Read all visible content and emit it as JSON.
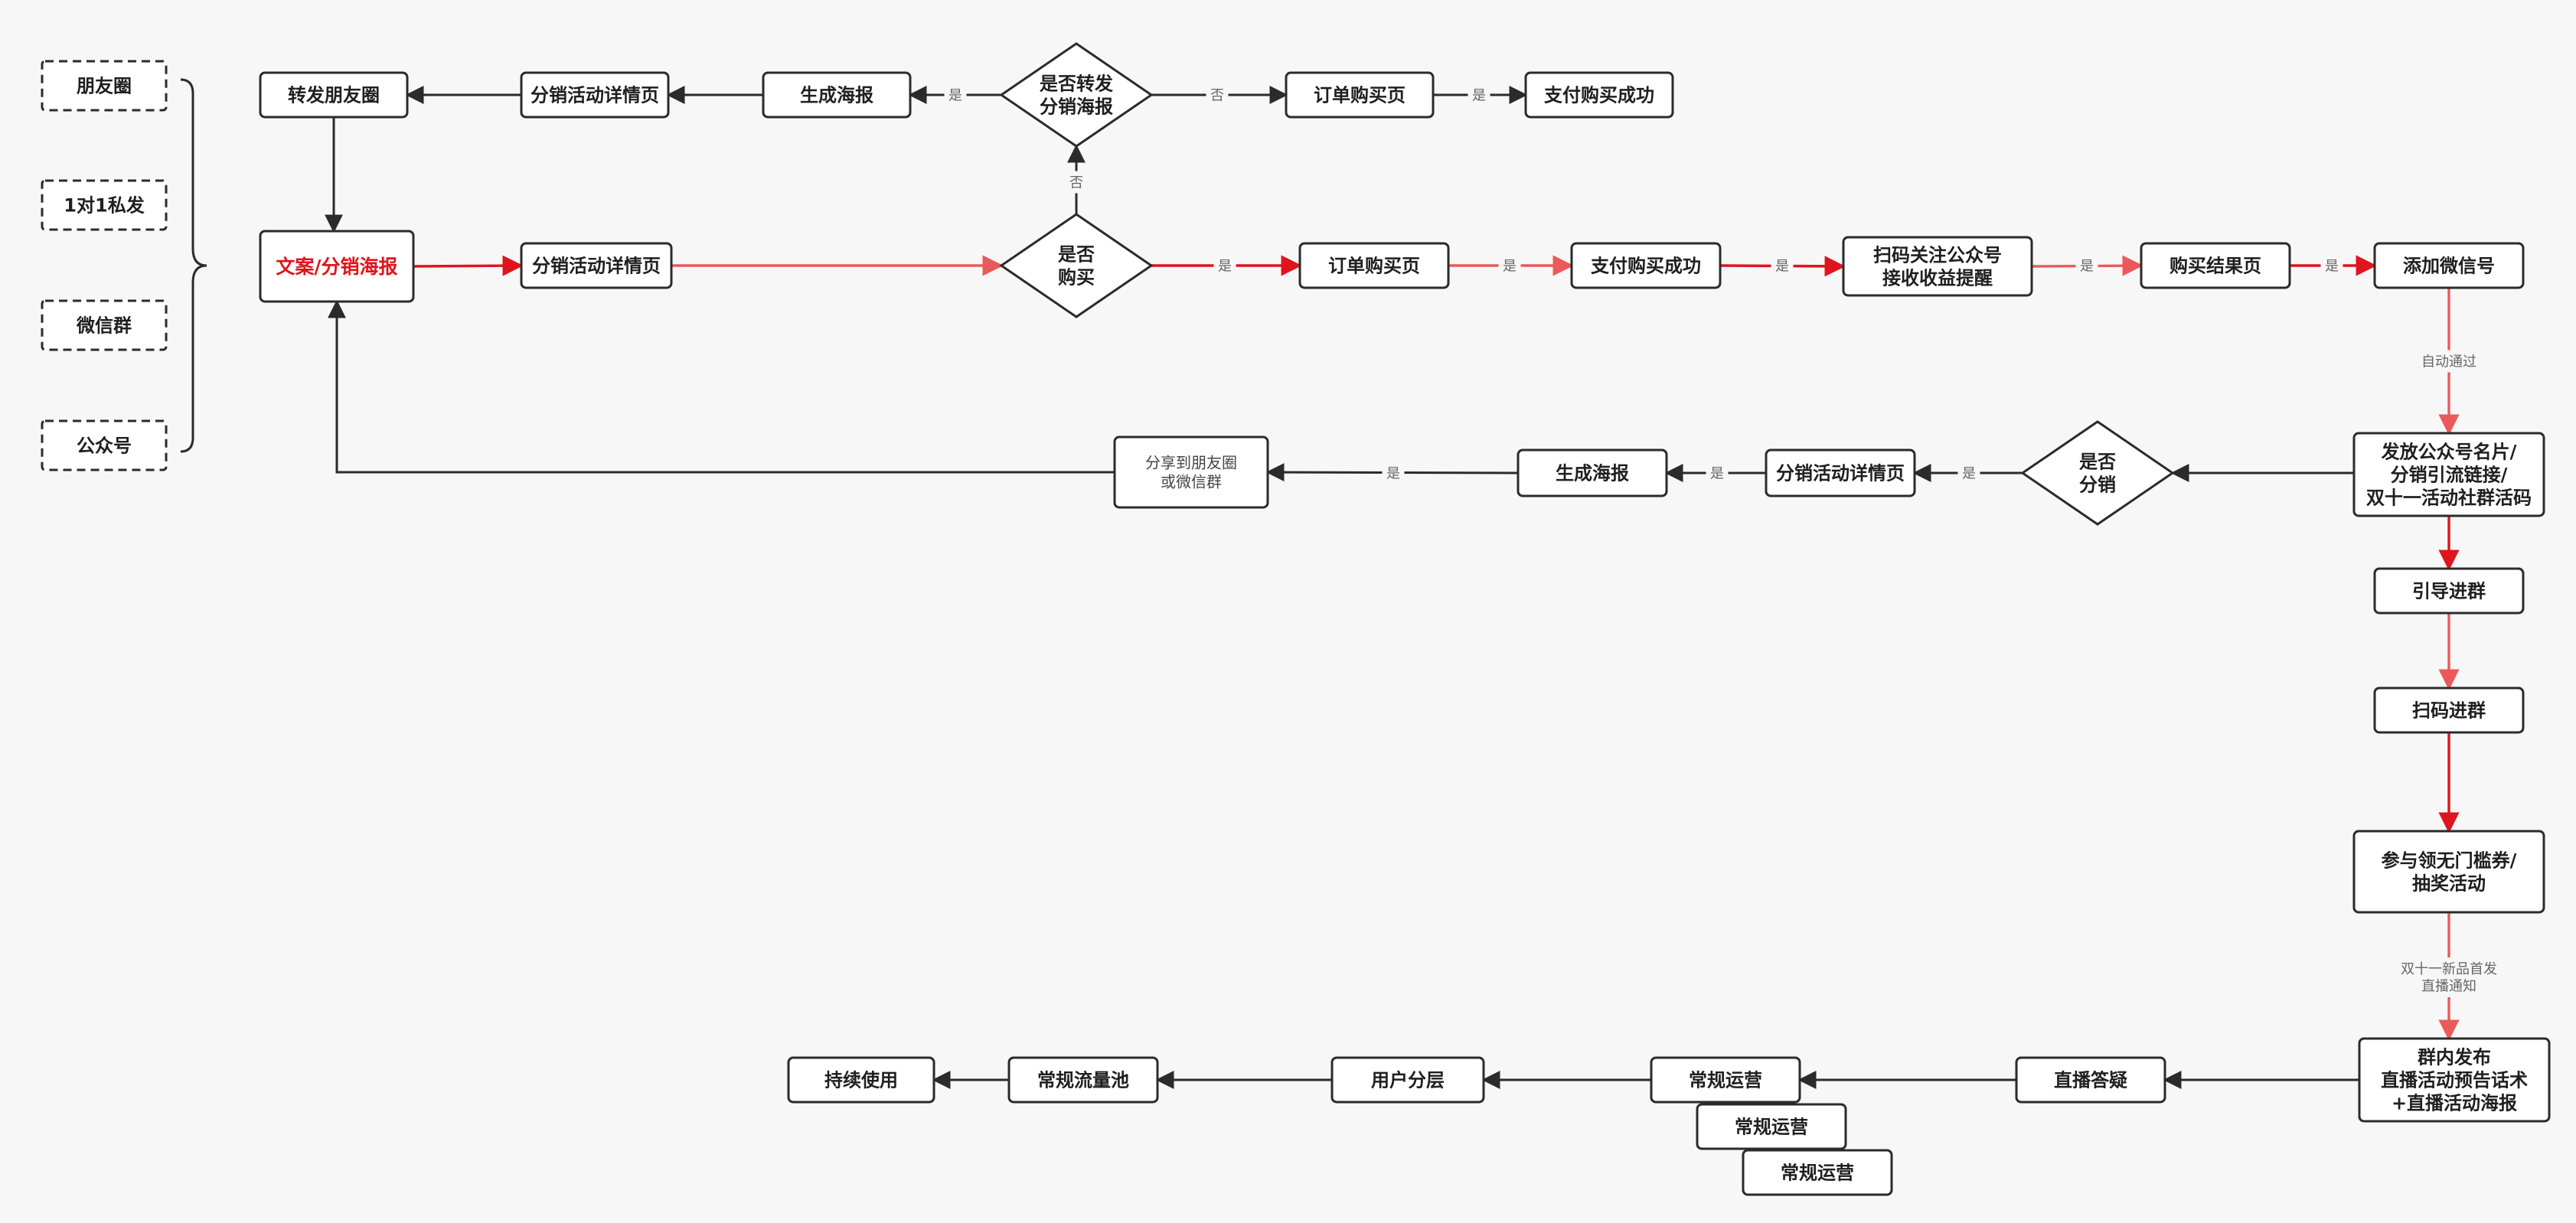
{
  "colors": {
    "black": "#2b2b2b",
    "red": "#e0141c",
    "light_red": "#ea5a5a",
    "accent_text": "#e0141c"
  },
  "channels": [
    "朋友圈",
    "1对1私发",
    "微信群",
    "公众号"
  ],
  "nodes": {
    "repost": "转发朋友圈",
    "detail_top": "分销活动详情页",
    "poster_top": "生成海报",
    "ask_repost": "是否转发\n分销海报",
    "order_top": "订单购买页",
    "pay_top": "支付购买成功",
    "copy_poster": "文案/分销海报",
    "detail_mid": "分销活动详情页",
    "ask_buy": "是否\n购买",
    "order_mid": "订单购买页",
    "pay_mid": "支付购买成功",
    "follow_oa": "扫码关注公众号\n接收收益提醒",
    "result": "购买结果页",
    "add_wechat": "添加微信号",
    "send_card": "发放公众号名片/\n分销引流链接/\n双十一活动社群活码",
    "ask_dist": "是否\n分销",
    "detail_low": "分销活动详情页",
    "poster_low": "生成海报",
    "share": "分享到朋友圈\n或微信群",
    "guide_group": "引导进群",
    "scan_group": "扫码进群",
    "coupon": "参与领无门槛券/\n抽奖活动",
    "publish": "群内发布\n直播活动预告话术\n+直播活动海报",
    "live_qa": "直播答疑",
    "ops1": "常规运营",
    "ops2": "常规运营",
    "ops3": "常规运营",
    "layer": "用户分层",
    "pool": "常规流量池",
    "keep": "持续使用"
  },
  "edge_labels": {
    "yes": "是",
    "no": "否",
    "auto_pass": "自动通过",
    "double11": "双十一新品首发\n直播通知"
  }
}
